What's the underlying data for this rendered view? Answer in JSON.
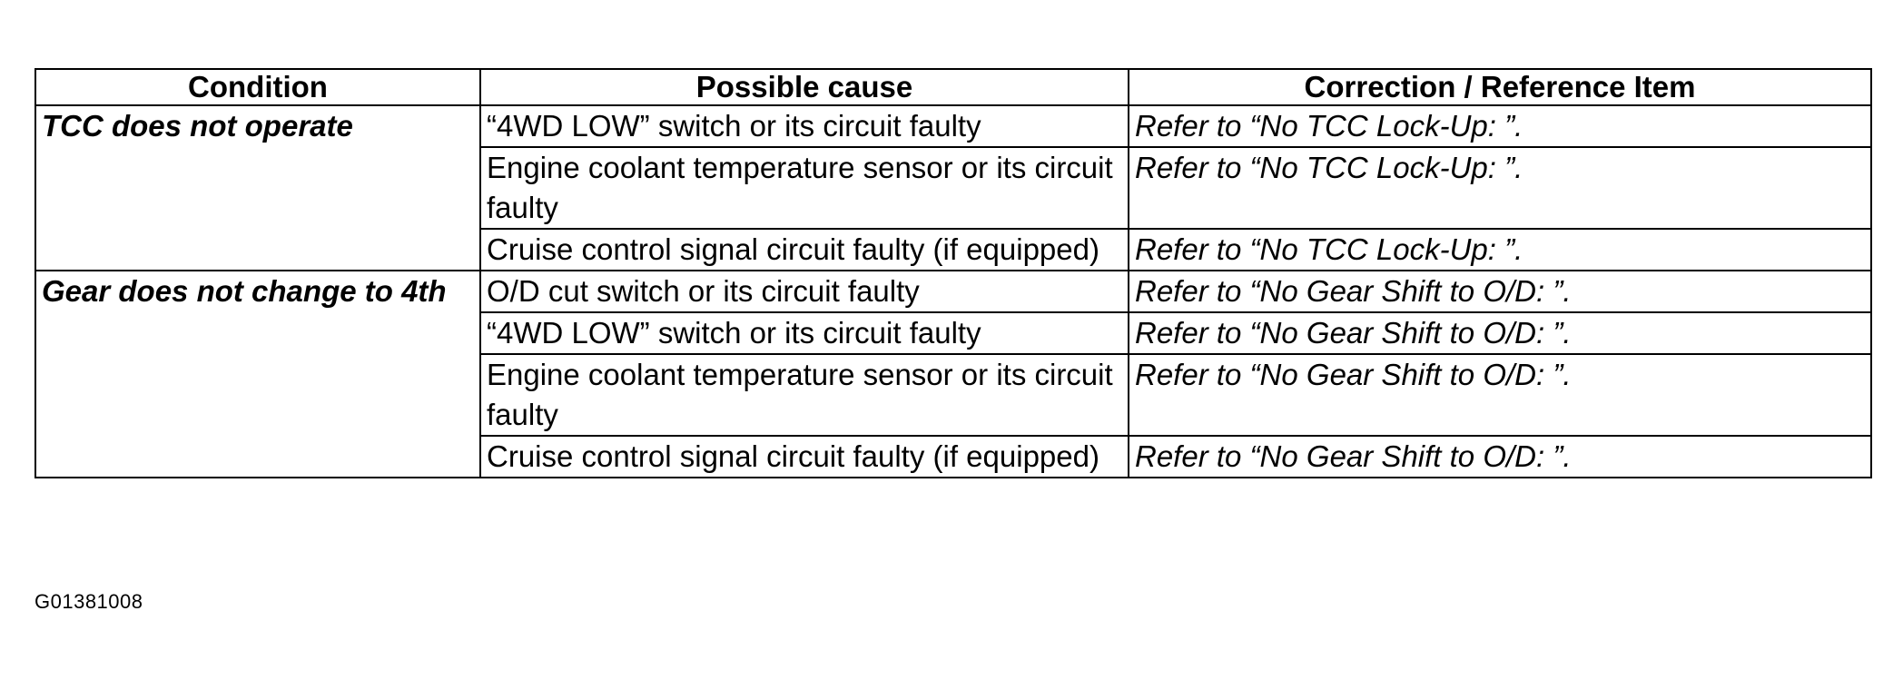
{
  "table": {
    "headers": [
      "Condition",
      "Possible cause",
      "Correction / Reference Item"
    ],
    "groups": [
      {
        "condition": "TCC does not operate",
        "rows": [
          {
            "cause": "“4WD LOW” switch or its circuit faulty",
            "correction": "Refer to “No TCC Lock-Up: ”."
          },
          {
            "cause": "Engine coolant temperature sensor or its circuit faulty",
            "correction": "Refer to “No TCC Lock-Up: ”."
          },
          {
            "cause": "Cruise control signal circuit faulty (if equipped)",
            "correction": "Refer to “No TCC Lock-Up: ”."
          }
        ]
      },
      {
        "condition": "Gear does not change to 4th",
        "rows": [
          {
            "cause": "O/D cut switch or its circuit faulty",
            "correction": "Refer to “No Gear Shift to O/D: ”."
          },
          {
            "cause": "“4WD LOW” switch or its circuit faulty",
            "correction": "Refer to “No Gear Shift to O/D: ”."
          },
          {
            "cause": "Engine coolant temperature sensor or its circuit faulty",
            "correction": "Refer to “No Gear Shift to O/D: ”."
          },
          {
            "cause": "Cruise control signal circuit faulty (if equipped)",
            "correction": "Refer to “No Gear Shift to O/D: ”."
          }
        ]
      }
    ]
  },
  "figure_id": "G01381008"
}
